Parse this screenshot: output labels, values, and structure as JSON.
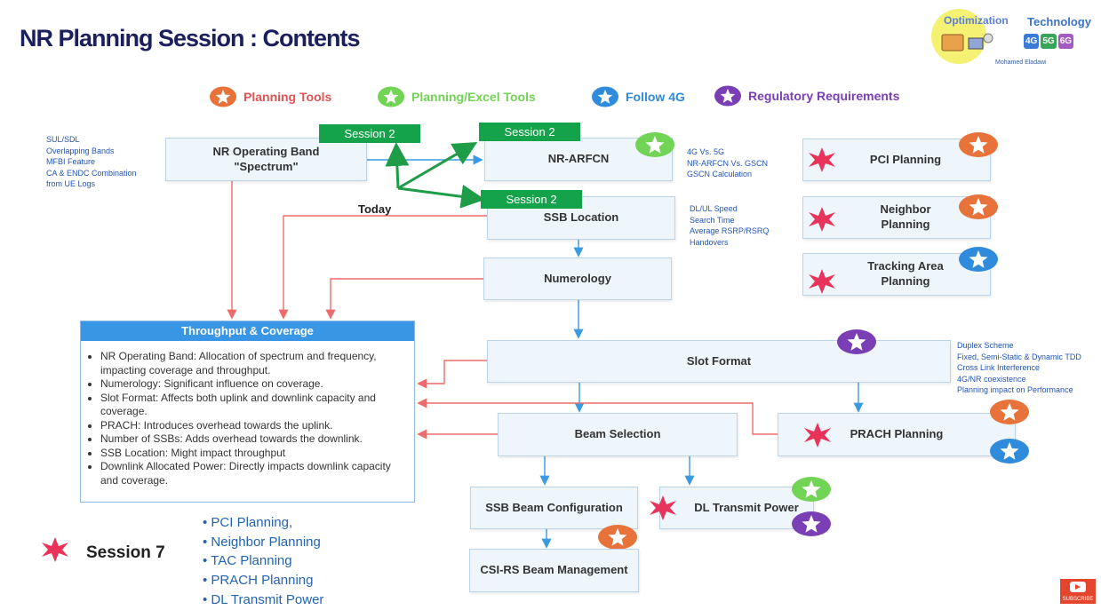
{
  "title": "NR Planning Session : Contents",
  "branding": {
    "optimization": "Optimization",
    "technology": "Technology",
    "author": "Mohamed Eladawi",
    "generations": [
      "4G",
      "5G",
      "6G"
    ]
  },
  "legend": [
    {
      "label": "Planning Tools",
      "color": "#e8733a",
      "text_color": "#e25454"
    },
    {
      "label": "Planning/Excel Tools",
      "color": "#72d455",
      "text_color": "#72d455"
    },
    {
      "label": "Follow 4G",
      "color": "#2f8bdb",
      "text_color": "#2f8bdb"
    },
    {
      "label": "Regulatory Requirements",
      "color": "#7a3fb5",
      "text_color": "#7a3fb5"
    }
  ],
  "left_notes": [
    "SUL/SDL",
    "Overlapping Bands",
    "MFBI Feature",
    "CA & ENDC Combination",
    "from UE Logs"
  ],
  "nodes": {
    "band": "NR Operating Band\n\"Spectrum\"",
    "arfcn": "NR-ARFCN",
    "ssb": "SSB Location",
    "numerology": "Numerology",
    "slot": "Slot Format",
    "beam": "Beam Selection",
    "ssb_beam": "SSB Beam Configuration",
    "csi": "CSI-RS Beam Management",
    "dl_power": "DL Transmit Power",
    "prach": "PRACH Planning",
    "pci": "PCI Planning",
    "neighbor": "Neighbor\nPlanning",
    "tracking": "Tracking Area\nPlanning"
  },
  "session_tags": [
    "Session 2",
    "Session 2",
    "Session 2"
  ],
  "today_label": "Today",
  "arfcn_notes": [
    "4G Vs. 5G",
    "NR-ARFCN Vs. GSCN",
    "GSCN Calculation"
  ],
  "ssb_notes": [
    "DL/UL Speed",
    "Search Time",
    "Average RSRP/RSRQ",
    "Handovers"
  ],
  "slot_notes": [
    "Duplex Scheme",
    "Fixed, Semi-Static & Dynamic TDD",
    "Cross Link Interference",
    "4G/NR coexistence",
    "Planning impact on Performance"
  ],
  "throughput": {
    "header": "Throughput & Coverage",
    "items": [
      "NR Operating Band: Allocation of spectrum and frequency, impacting coverage and throughput.",
      "Numerology: Significant influence on coverage.",
      "Slot Format: Affects both uplink and downlink capacity and coverage.",
      "PRACH: Introduces overhead towards the uplink.",
      "Number of SSBs: Adds overhead towards the downlink.",
      "SSB Location: Might impact throughput",
      "Downlink Allocated Power: Directly impacts downlink capacity and coverage."
    ]
  },
  "session7": {
    "label": "Session 7",
    "items": [
      "PCI Planning,",
      "Neighbor Planning",
      "TAC Planning",
      "PRACH Planning",
      "DL Transmit Power"
    ]
  },
  "subscribe": "SUBSCRIBE",
  "colors": {
    "orange": "#e8733a",
    "green": "#72d455",
    "blue": "#2f8bdb",
    "purple": "#7a3fb5",
    "red_star": "#e8335a",
    "arrow_blue": "#3b9ae0",
    "arrow_red": "#ee6b6b",
    "arrow_green": "#1e9c47"
  }
}
